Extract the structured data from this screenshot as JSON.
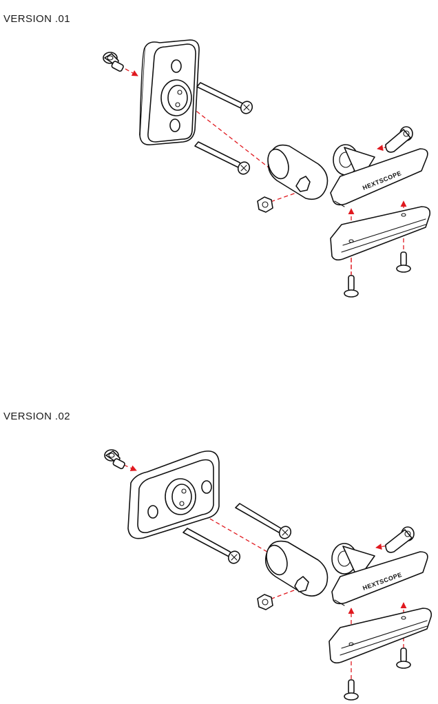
{
  "versions": [
    {
      "label": "VERSION .01",
      "brand": "HEXTSCOPE"
    },
    {
      "label": "VERSION .02",
      "brand": "HEXTSCOPE"
    }
  ],
  "colors": {
    "accent": "#e0191f",
    "line": "#111111",
    "background": "#ffffff"
  },
  "parts": [
    "cap-screw",
    "wall-plate",
    "long-screw",
    "ball-joint",
    "hex-nut",
    "rail-clamp",
    "rail-base",
    "rivet-pin"
  ]
}
